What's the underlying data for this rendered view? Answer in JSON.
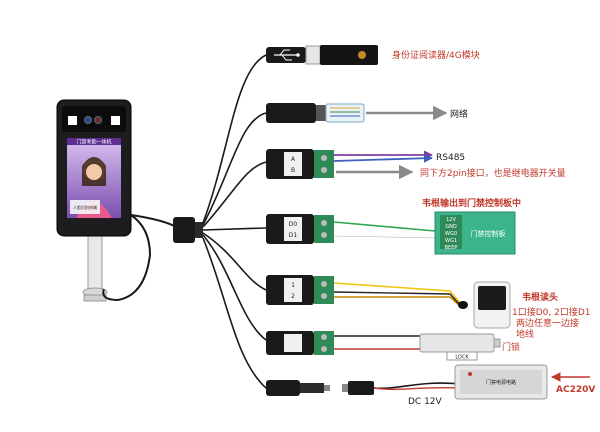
{
  "device": {
    "screen_title": "门禁考勤一体机",
    "name_label": "人脸识别终端"
  },
  "labels": {
    "id_reader": "身份证阅读器/4G模块",
    "network": "网络",
    "rs485": "RS485",
    "relay_note": "同下方2pin接口，也是继电器开关量",
    "wiegand_out": "韦根输出到门禁控制板中",
    "wiegand_reader": "韦根读头",
    "wiring_note_1": "1口接D0, 2口接D1",
    "wiring_note_2": "两边任意一边接",
    "wiring_note_3": "地线",
    "door_lock": "门锁",
    "dc12v": "DC 12V",
    "ac220v": "AC220V",
    "lock_tag": "LOCK",
    "power_box": "门禁电源电路"
  },
  "controller_board": {
    "title": "门禁控制板",
    "pins": [
      "12V",
      "GND",
      "WG0",
      "WG1",
      "BEEP"
    ]
  },
  "terminals": {
    "rs485_pins": [
      "A",
      "B"
    ],
    "wiegand_pins": [
      "D0",
      "D1"
    ],
    "reader_pins": [
      "1",
      "2"
    ]
  },
  "colors": {
    "annotation_red": "#c0392b",
    "board_green": "#3cb48c",
    "terminal_green": "#2e8b57",
    "wire_purple": "#7b3fa0",
    "wire_blue": "#3f5fc0",
    "arrow_gray": "#8a8a8a"
  },
  "icons": {
    "usb": "usb-icon",
    "ethernet": "ethernet-icon",
    "lock": "electric-lock-icon",
    "power": "power-supply-icon",
    "barrel": "dc-barrel-plug-icon"
  }
}
